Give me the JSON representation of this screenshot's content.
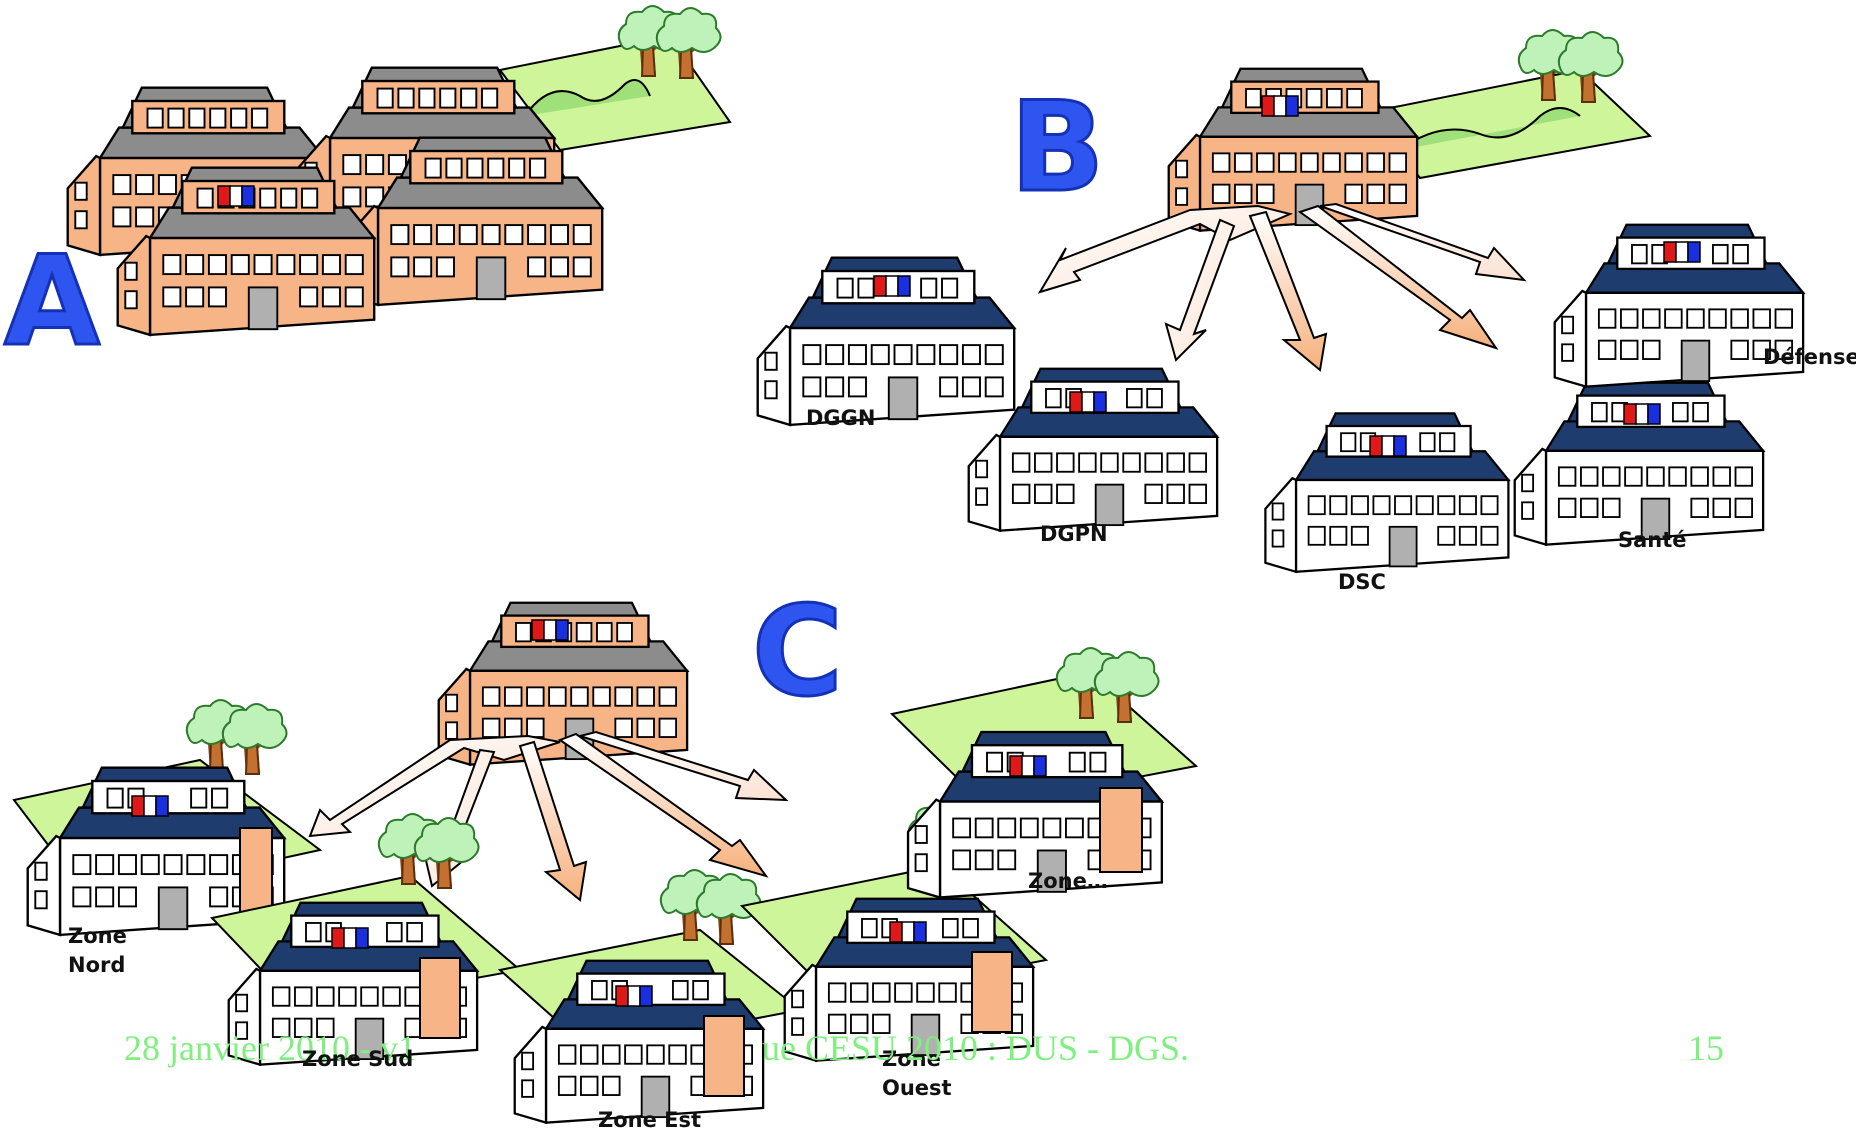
{
  "sections": {
    "a": {
      "letter": "A"
    },
    "b": {
      "letter": "B"
    },
    "c": {
      "letter": "C"
    }
  },
  "labels": {
    "b": {
      "dggn": "DGGN",
      "dgpn": "DGPN",
      "dsc": "DSC",
      "sante": "Santé",
      "defense": "Défense"
    },
    "c": {
      "zone_nord": [
        "Zone",
        "Nord"
      ],
      "zone_sud": "Zone Sud",
      "zone_est": "Zone Est",
      "zone_ouest": [
        "Zone",
        "Ouest"
      ],
      "zone_autre": "Zone…"
    }
  },
  "footer": {
    "date": "28 janvier 2010 - v1",
    "title": "ue CESU 2010 : DUS - DGS.",
    "page_number": "15"
  },
  "colors": {
    "letter_blue": "#2f55f0",
    "orange_wall": "#f7b487",
    "gray_roof": "#8c8c8c",
    "navy_roof": "#1f3c6e",
    "white_wall": "#ffffff",
    "lawn_green": "#cff59a",
    "footer_green": "#7ff07f"
  }
}
